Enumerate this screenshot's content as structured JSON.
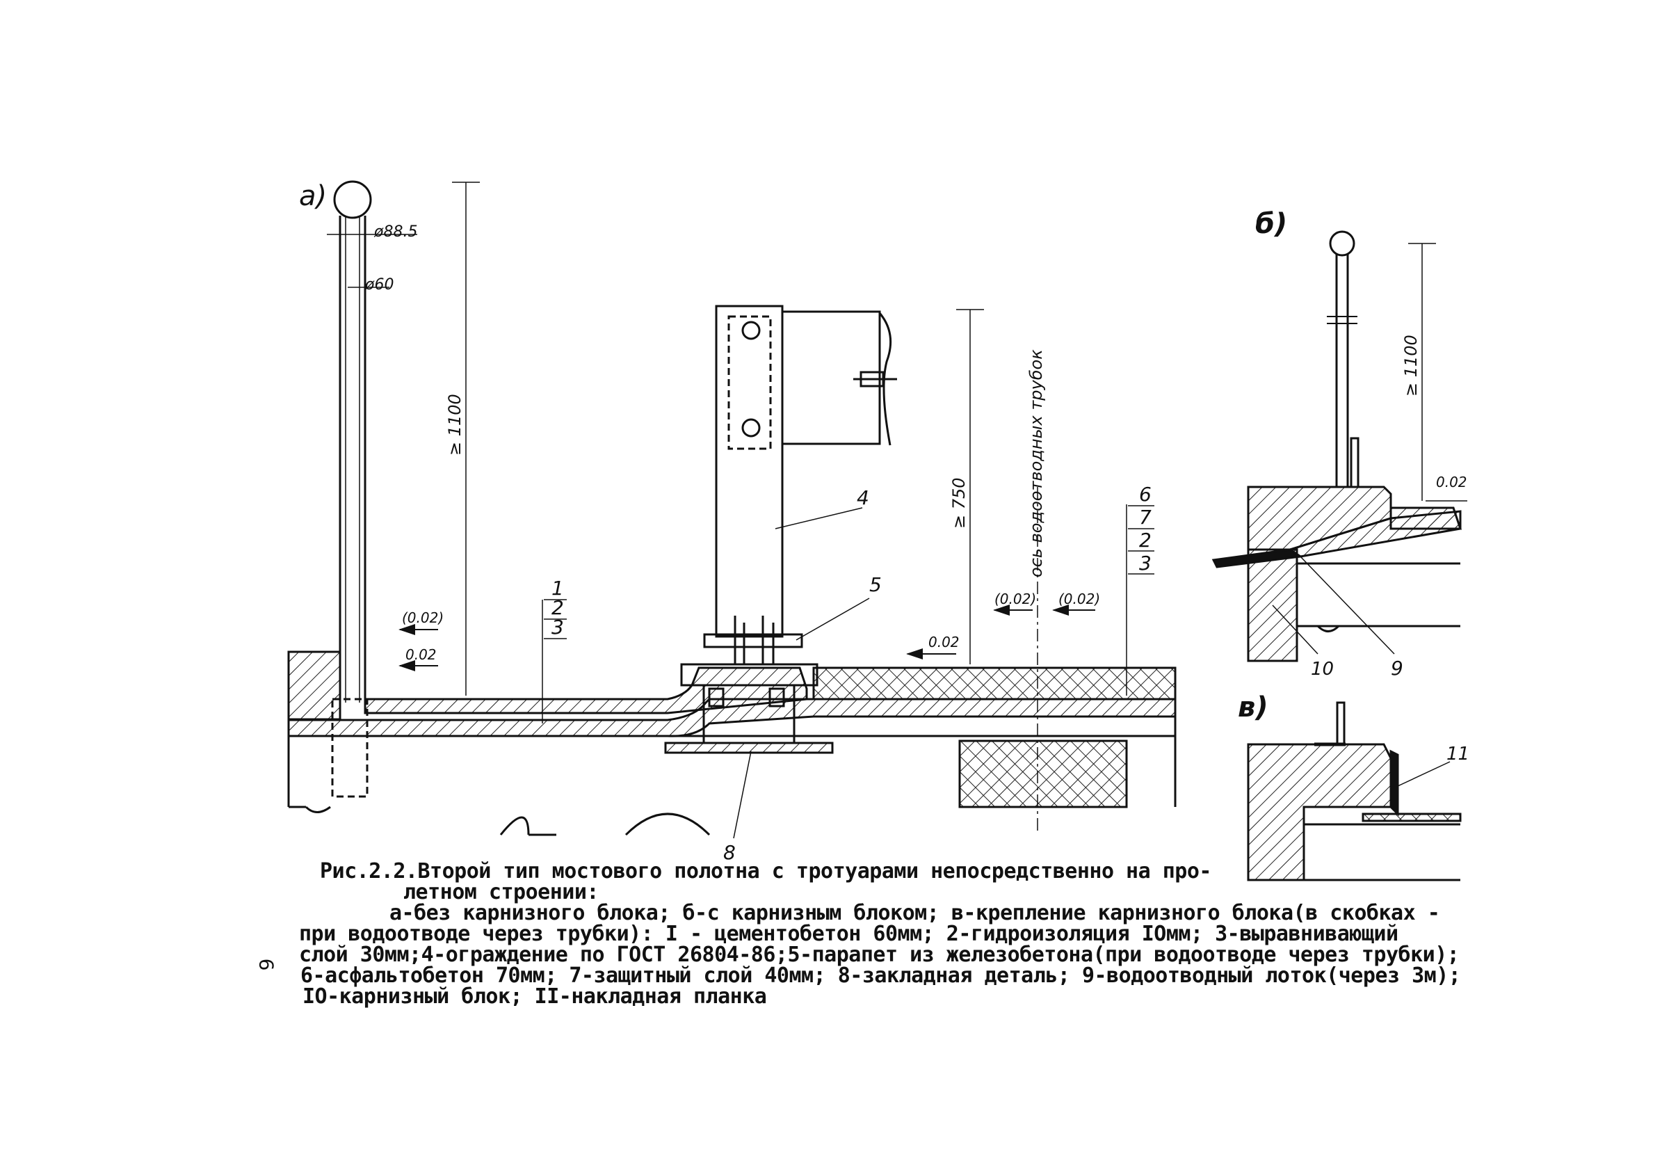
{
  "panels": {
    "a": "а)",
    "b": "б)",
    "v": "в)"
  },
  "dimensions": {
    "d88": "ø88.5",
    "d60": "ø60",
    "h1100_a": "≥ 1100",
    "h750": "≥ 750",
    "h1100_b": "≥ 1100",
    "drain_axis": "ось водоотводных трубок"
  },
  "slopes": {
    "s1": "(0.02)",
    "s2": "0.02",
    "s3": "0.02",
    "s4": "(0.02)",
    "s5": "(0.02)",
    "s6": "0.02"
  },
  "callouts": {
    "n1": "1",
    "n2": "2",
    "n3": "3",
    "n4": "4",
    "n5": "5",
    "n6": "6",
    "n7": "7",
    "n2b": "2",
    "n3b": "3",
    "n8": "8",
    "n9": "9",
    "n10": "10",
    "n11": "11"
  },
  "caption": {
    "line1": "Рис.2.2.Второй тип мостового полотна с тротуарами непосредственно на про-",
    "line2": "летном строении:",
    "line3": "а-без карнизного блока; б-с карнизным блоком; в-крепление карнизного блока(в скобках -",
    "line4": "при водоотводе через трубки):  I - цементобетон 60мм; 2-гидроизоляция IOмм; 3-выравнивающий",
    "line5": "слой 30мм;4-ограждение по ГОСТ 26804-86;5-парапет из железобетона(при водоотводе через трубки);",
    "line6": "6-асфальтобетон 70мм; 7-защитный слой 40мм; 8-закладная деталь; 9-водоотводный лоток(через 3м);",
    "line7": "IO-карнизный блок; II-накладная планка"
  },
  "page_number": "6"
}
